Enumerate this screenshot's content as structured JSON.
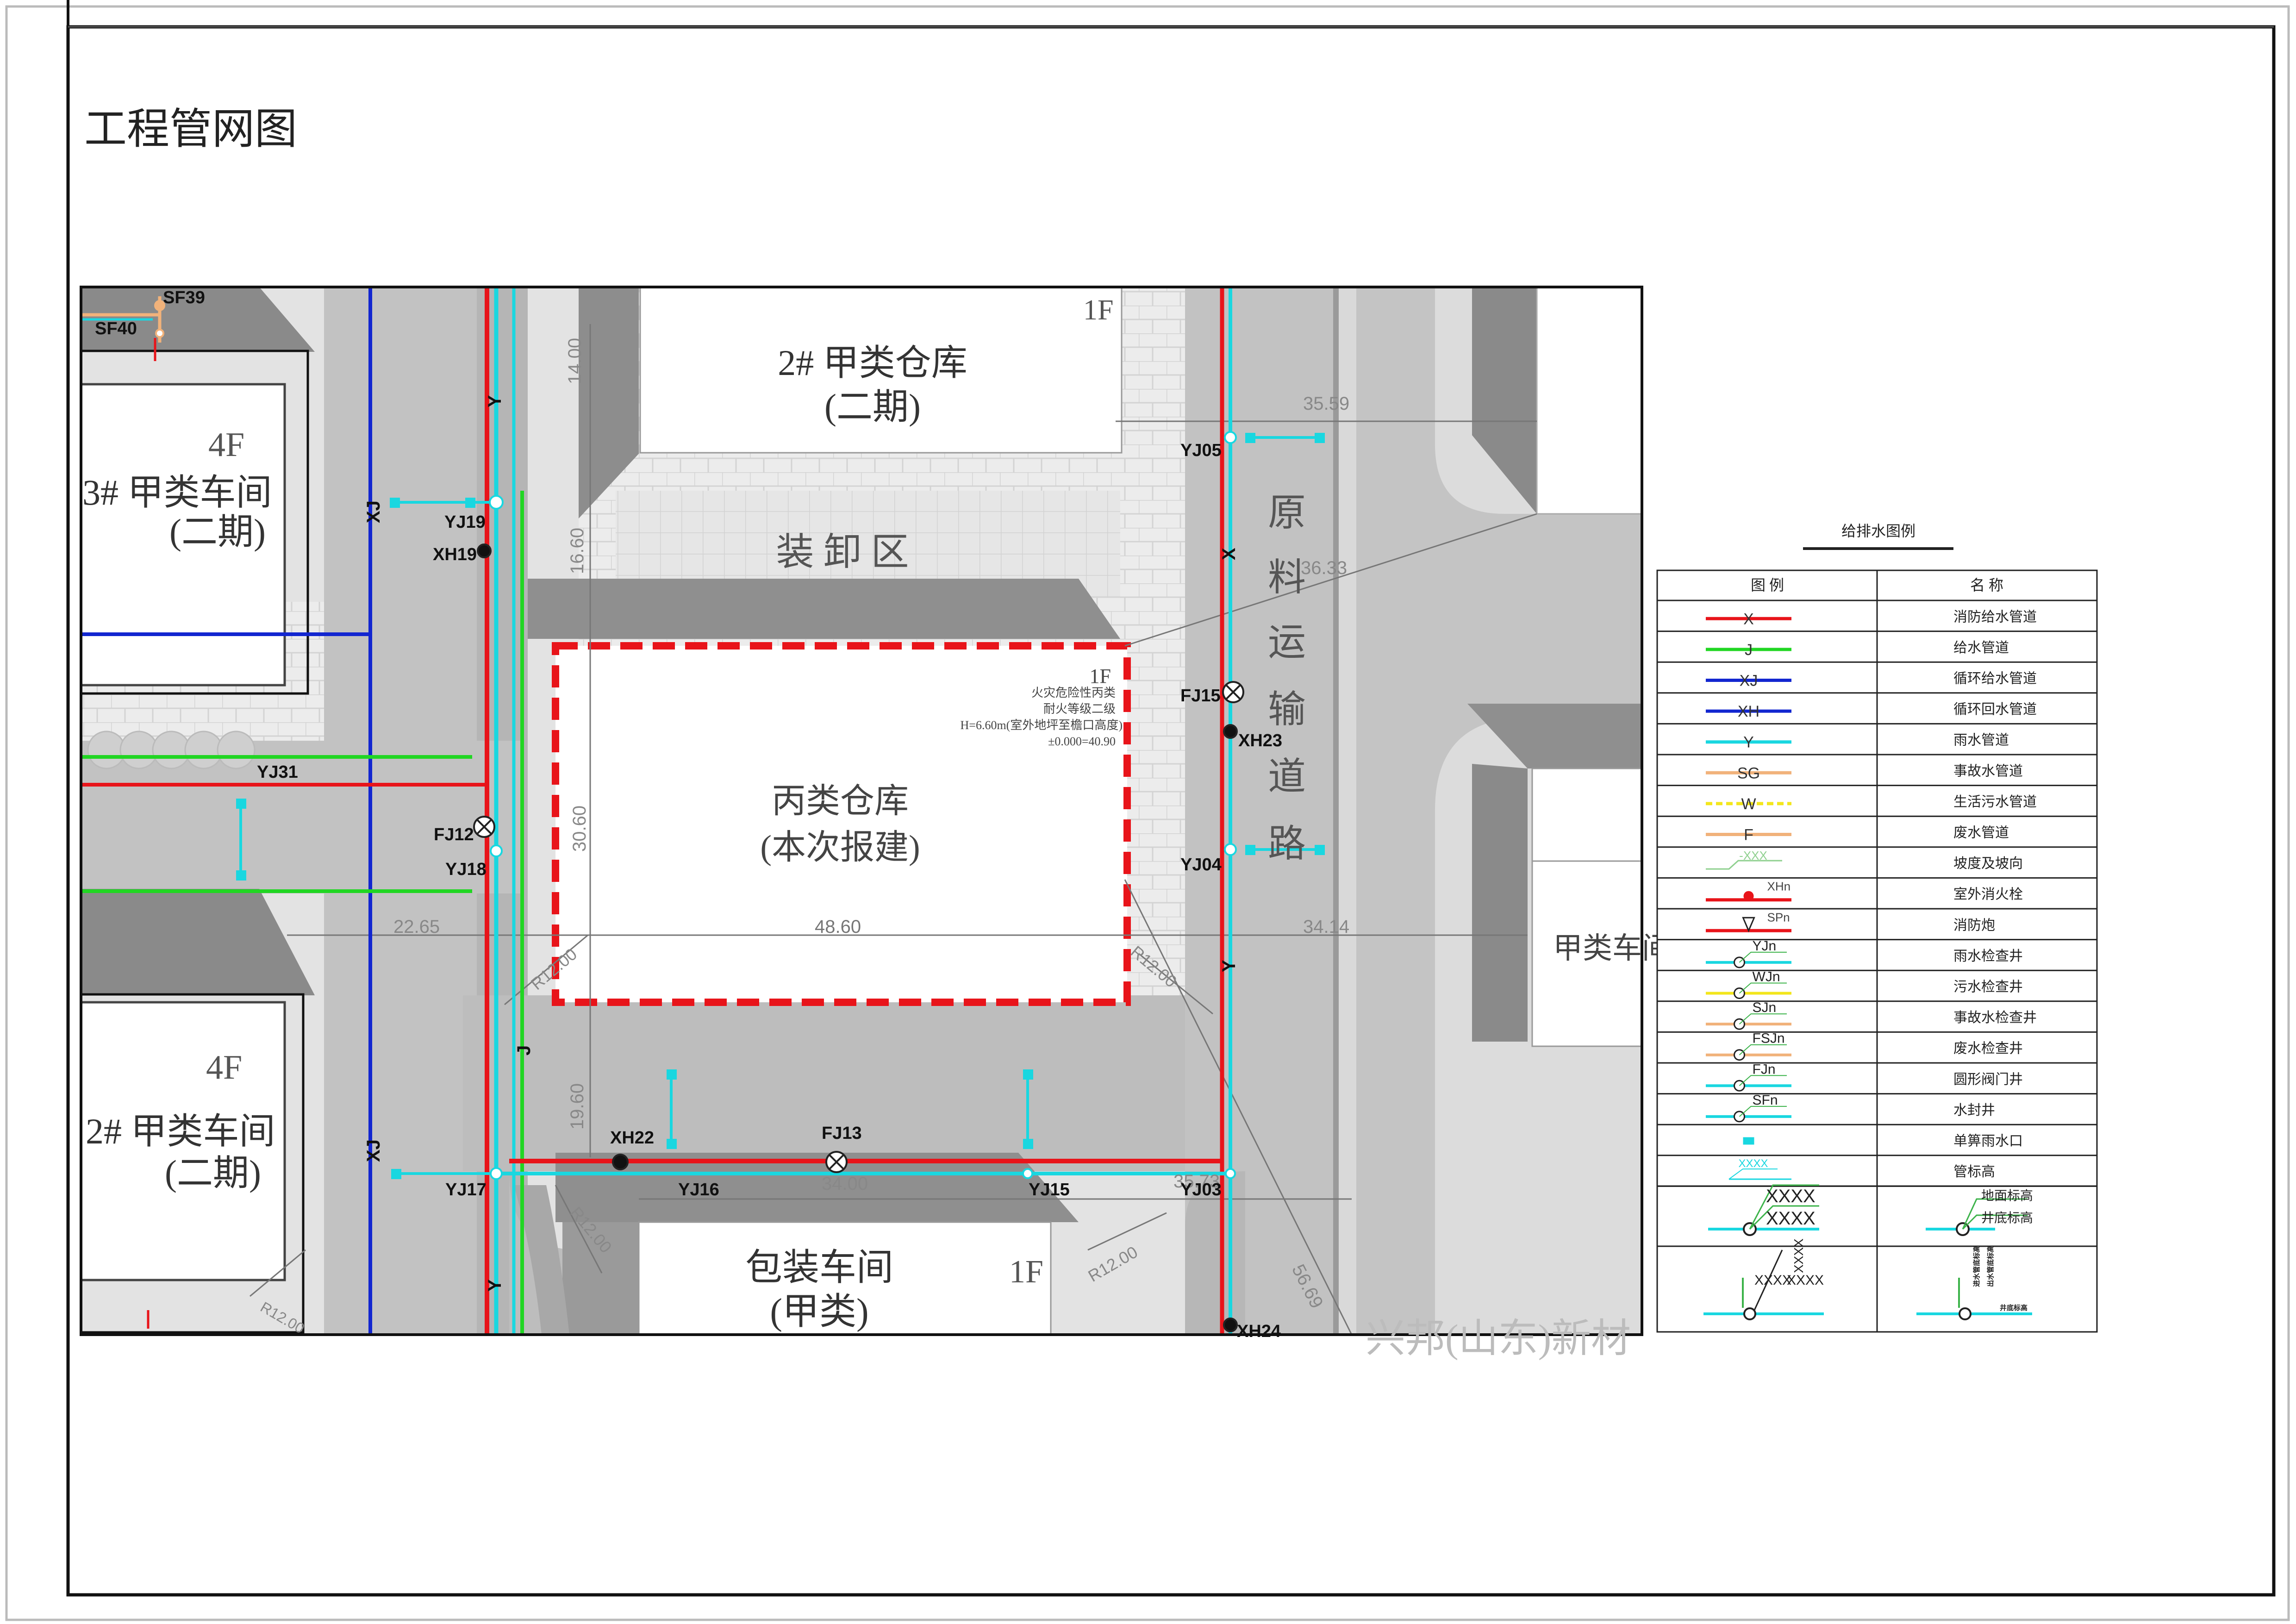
{
  "page_title": "工程管网图",
  "colors": {
    "fire": "#e8141a",
    "supply": "#21d623",
    "circ_supply": "#1226d0",
    "rain": "#19d7e0",
    "accident": "#f1b27a",
    "sewage": "#f3e61b",
    "waste": "#f1b27a",
    "road": "#bfbfbf",
    "road_dark": "#8d8d8d",
    "pave": "#e7e7e7"
  },
  "buildings": {
    "warehouse2": {
      "floor": "1F",
      "name": "2# 甲类仓库",
      "phase": "(二期)"
    },
    "workshop3": {
      "floor": "4F",
      "name": "3# 甲类车间",
      "phase": "(二期)"
    },
    "workshop2": {
      "floor": "4F",
      "name": "2# 甲类车间",
      "phase": "(二期)"
    },
    "pack": {
      "floor": "1F",
      "name": "包装车间",
      "phase": "(甲类)"
    },
    "right": {
      "name": "甲类车间"
    },
    "main": {
      "floor": "1F",
      "note1": "火灾危险性丙类",
      "note2": "耐火等级二级",
      "note3": "H=6.60m(室外地坪至檐口高度)",
      "note4": "±0.000=40.90",
      "name": "丙类仓库",
      "sub": "(本次报建)"
    }
  },
  "areas": {
    "loading": "装 卸 区",
    "road": [
      "原",
      "料",
      "运",
      "输",
      "道",
      "路"
    ],
    "watermark": "兴邦(山东)新材"
  },
  "dims": [
    "14.00",
    "16.60",
    "30.60",
    "19.60",
    "22.65",
    "48.60",
    "34.14",
    "35.59",
    "36.33",
    "34.00",
    "35.73",
    "56.69",
    "R12.00",
    "R12.00",
    "R12.00",
    "R12.00",
    "R12.00"
  ],
  "pipe_labels": [
    "Y",
    "XJ",
    "XJ",
    "Y",
    "J",
    "X",
    "Y"
  ],
  "nodes": [
    "SF39",
    "SF40",
    "YJ19",
    "XH19",
    "YJ31",
    "FJ12",
    "YJ18",
    "YJ05",
    "FJ15",
    "XH23",
    "YJ04",
    "XH22",
    "FJ13",
    "YJ17",
    "YJ16",
    "YJ15",
    "YJ03",
    "XH24"
  ],
  "legend": {
    "title": "给排水图例",
    "col_symbol": "图  例",
    "col_name": "名  称",
    "rows": [
      {
        "code": "X",
        "name": "消防给水管道",
        "type": "line",
        "color": "#e8141a"
      },
      {
        "code": "J",
        "name": "给水管道",
        "type": "line",
        "color": "#21d623"
      },
      {
        "code": "XJ",
        "name": "循环给水管道",
        "type": "line",
        "color": "#1226d0"
      },
      {
        "code": "XH",
        "name": "循环回水管道",
        "type": "line",
        "color": "#1226d0"
      },
      {
        "code": "Y",
        "name": "雨水管道",
        "type": "line",
        "color": "#19d7e0"
      },
      {
        "code": "SG",
        "name": "事故水管道",
        "type": "line",
        "color": "#f1b27a"
      },
      {
        "code": "W",
        "name": "生活污水管道",
        "type": "dash",
        "color": "#f3e61b"
      },
      {
        "code": "F",
        "name": "废水管道",
        "type": "line",
        "color": "#f1b27a"
      },
      {
        "code": "-XXX",
        "name": "坡度及坡向",
        "type": "slope",
        "color": "#8fd08f"
      },
      {
        "code": "XHn",
        "name": "室外消火栓",
        "type": "hydrant",
        "color": "#e8141a"
      },
      {
        "code": "SPn",
        "name": "消防炮",
        "type": "cannon",
        "color": "#e8141a"
      },
      {
        "code": "YJn",
        "name": "雨水检查井",
        "type": "well",
        "color": "#19d7e0"
      },
      {
        "code": "WJn",
        "name": "污水检查井",
        "type": "well",
        "color": "#f3e61b"
      },
      {
        "code": "SJn",
        "name": "事故水检查井",
        "type": "well",
        "color": "#f1b27a"
      },
      {
        "code": "FSJn",
        "name": "废水检查井",
        "type": "well",
        "color": "#f1b27a"
      },
      {
        "code": "FJn",
        "name": "圆形阀门井",
        "type": "well",
        "color": "#19d7e0"
      },
      {
        "code": "SFn",
        "name": "水封井",
        "type": "well",
        "color": "#19d7e0"
      },
      {
        "code": "",
        "name": "单箅雨水口",
        "type": "inlet",
        "color": "#19d7e0"
      },
      {
        "code": "XXXX",
        "name": "管标高",
        "type": "pipeelev",
        "color": "#19d7e0"
      }
    ],
    "elev": {
      "code1": "XXXX",
      "code2": "XXXX",
      "ground": "地面标高",
      "bottom": "井底标高"
    },
    "last": {
      "codes": "XXXX",
      "codes2": "XXXX",
      "codes3": "XXXX",
      "right1": "进水管底标高",
      "right2": "出水管底标高",
      "right3": "井底标高"
    }
  }
}
